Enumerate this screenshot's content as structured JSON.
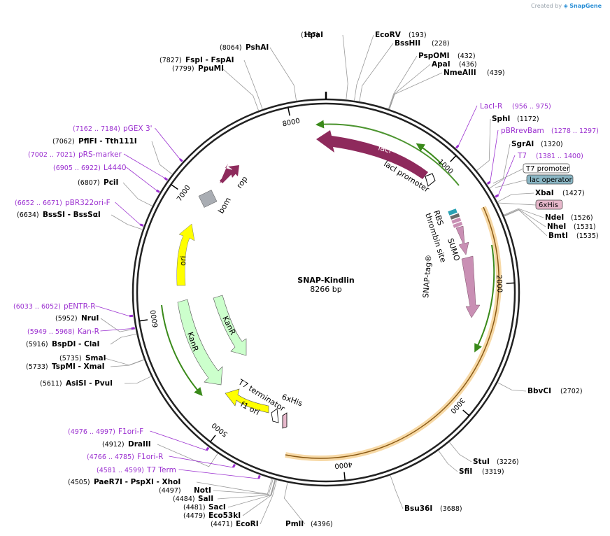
{
  "credit": {
    "prefix": "Created by",
    "brand": "SnapGene"
  },
  "plasmid": {
    "name": "SNAP-Kindlin",
    "length_label": "8266 bp",
    "length": 8266
  },
  "colors": {
    "enzyme": "#000000",
    "primer": "#9b30d0",
    "lacI": "#8e2a5c",
    "sumo": "#c98fb4",
    "ori": "#ffff00",
    "kanR": "#ccffcc",
    "f1ori": "#ffff00",
    "bom": "#a9adb3",
    "rbs": "#2aa3b5",
    "lacop": "#8ab6c4",
    "his": "#e7b8cb",
    "green": "#3a8a1a",
    "orange": "#e9a441"
  },
  "ticks": [
    {
      "label": "1000",
      "pos": 1000
    },
    {
      "label": "2000",
      "pos": 2000
    },
    {
      "label": "3000",
      "pos": 3000
    },
    {
      "label": "4000",
      "pos": 4000
    },
    {
      "label": "5000",
      "pos": 5000
    },
    {
      "label": "6000",
      "pos": 6000
    },
    {
      "label": "7000",
      "pos": 7000
    },
    {
      "label": "8000",
      "pos": 8000
    }
  ],
  "enzymes": [
    {
      "name": "HpaI",
      "pos_label": "(137)",
      "pos": 137
    },
    {
      "name": "EcoRV",
      "pos_label": "(193)",
      "pos": 193
    },
    {
      "name": "BssHII",
      "pos_label": "(228)",
      "pos": 228
    },
    {
      "name": "PspOMI",
      "pos_label": "(432)",
      "pos": 432
    },
    {
      "name": "ApaI",
      "pos_label": "(436)",
      "pos": 436
    },
    {
      "name": "NmeAIII",
      "pos_label": "(439)",
      "pos": 439
    },
    {
      "name": "SphI",
      "pos_label": "(1172)",
      "pos": 1172
    },
    {
      "name": "SgrAI",
      "pos_label": "(1320)",
      "pos": 1320
    },
    {
      "name": "XbaI",
      "pos_label": "(1427)",
      "pos": 1427
    },
    {
      "name": "NdeI",
      "pos_label": "(1526)",
      "pos": 1526
    },
    {
      "name": "NheI",
      "pos_label": "(1531)",
      "pos": 1531
    },
    {
      "name": "BmtI",
      "pos_label": "(1535)",
      "pos": 1535
    },
    {
      "name": "BbvCI",
      "pos_label": "(2702)",
      "pos": 2702
    },
    {
      "name": "StuI",
      "pos_label": "(3226)",
      "pos": 3226
    },
    {
      "name": "SfiI",
      "pos_label": "(3319)",
      "pos": 3319
    },
    {
      "name": "Bsu36I",
      "pos_label": "(3688)",
      "pos": 3688
    },
    {
      "name": "PmlI",
      "pos_label": "(4396)",
      "pos": 4396
    },
    {
      "name": "EcoRI",
      "pos_label": "(4471)",
      "pos": 4471
    },
    {
      "name": "Eco53kI",
      "pos_label": "(4479)",
      "pos": 4479
    },
    {
      "name": "SacI",
      "pos_label": "(4481)",
      "pos": 4481
    },
    {
      "name": "SalI",
      "pos_label": "(4484)",
      "pos": 4484
    },
    {
      "name": "NotI",
      "pos_label": "(4497)",
      "pos": 4497
    },
    {
      "name": "PaeR7I - PspXI - XhoI",
      "pos_label": "(4505)",
      "pos": 4505
    },
    {
      "name": "DraIII",
      "pos_label": "(4912)",
      "pos": 4912
    },
    {
      "name": "AsiSI - PvuI",
      "pos_label": "(5611)",
      "pos": 5611
    },
    {
      "name": "TspMI - XmaI",
      "pos_label": "(5733)",
      "pos": 5733
    },
    {
      "name": "SmaI",
      "pos_label": "(5735)",
      "pos": 5735
    },
    {
      "name": "BspDI - ClaI",
      "pos_label": "(5916)",
      "pos": 5916
    },
    {
      "name": "NruI",
      "pos_label": "(5952)",
      "pos": 5952
    },
    {
      "name": "BssSI - BssSαI",
      "pos_label": "(6634)",
      "pos": 6634
    },
    {
      "name": "PciI",
      "pos_label": "(6807)",
      "pos": 6807
    },
    {
      "name": "PflFI - Tth111I",
      "pos_label": "(7062)",
      "pos": 7062
    },
    {
      "name": "PpuMI",
      "pos_label": "(7799)",
      "pos": 7799
    },
    {
      "name": "FspI - FspAI",
      "pos_label": "(7827)",
      "pos": 7827
    },
    {
      "name": "PshAI",
      "pos_label": "(8064)",
      "pos": 8064
    }
  ],
  "primers": [
    {
      "name": "LacI-R",
      "range": "(956 .. 975)",
      "pos": 965
    },
    {
      "name": "pBRrevBam",
      "range": "(1278 .. 1297)",
      "pos": 1287
    },
    {
      "name": "T7",
      "range": "(1381 .. 1400)",
      "pos": 1390
    },
    {
      "name": "T7 Term",
      "range": "(4581 .. 4599)",
      "pos": 4590
    },
    {
      "name": "F1ori-R",
      "range": "(4766 .. 4785)",
      "pos": 4775
    },
    {
      "name": "F1ori-F",
      "range": "(4976 .. 4997)",
      "pos": 4986
    },
    {
      "name": "Kan-R",
      "range": "(5949 .. 5968)",
      "pos": 5958
    },
    {
      "name": "pENTR-R",
      "range": "(6033 .. 6052)",
      "pos": 6042
    },
    {
      "name": "pBR322ori-F",
      "range": "(6652 .. 6671)",
      "pos": 6661
    },
    {
      "name": "L4440",
      "range": "(6905 .. 6922)",
      "pos": 6913
    },
    {
      "name": "pRS-marker",
      "range": "(7002 .. 7021)",
      "pos": 7011
    },
    {
      "name": "pGEX 3'",
      "range": "(7162 .. 7184)",
      "pos": 7173
    }
  ],
  "boxed_features": [
    {
      "name": "T7 promoter",
      "fill": "#ffffff"
    },
    {
      "name": "lac operator",
      "fill": "#8ab6c4"
    },
    {
      "name": "6xHis",
      "fill": "#e7b8cb"
    }
  ],
  "features": {
    "lacI": "lacI",
    "lacI_promoter": "lacI promoter",
    "rbs": "RBS",
    "thrombin": "thrombin site",
    "sumo": "SUMO",
    "snap": "SNAP-tag®",
    "rop": "rop",
    "bom": "bom",
    "ori": "ori",
    "kanR": "KanR",
    "t7term": "T7 terminator",
    "f1ori": "f1 ori",
    "his": "6xHis"
  }
}
